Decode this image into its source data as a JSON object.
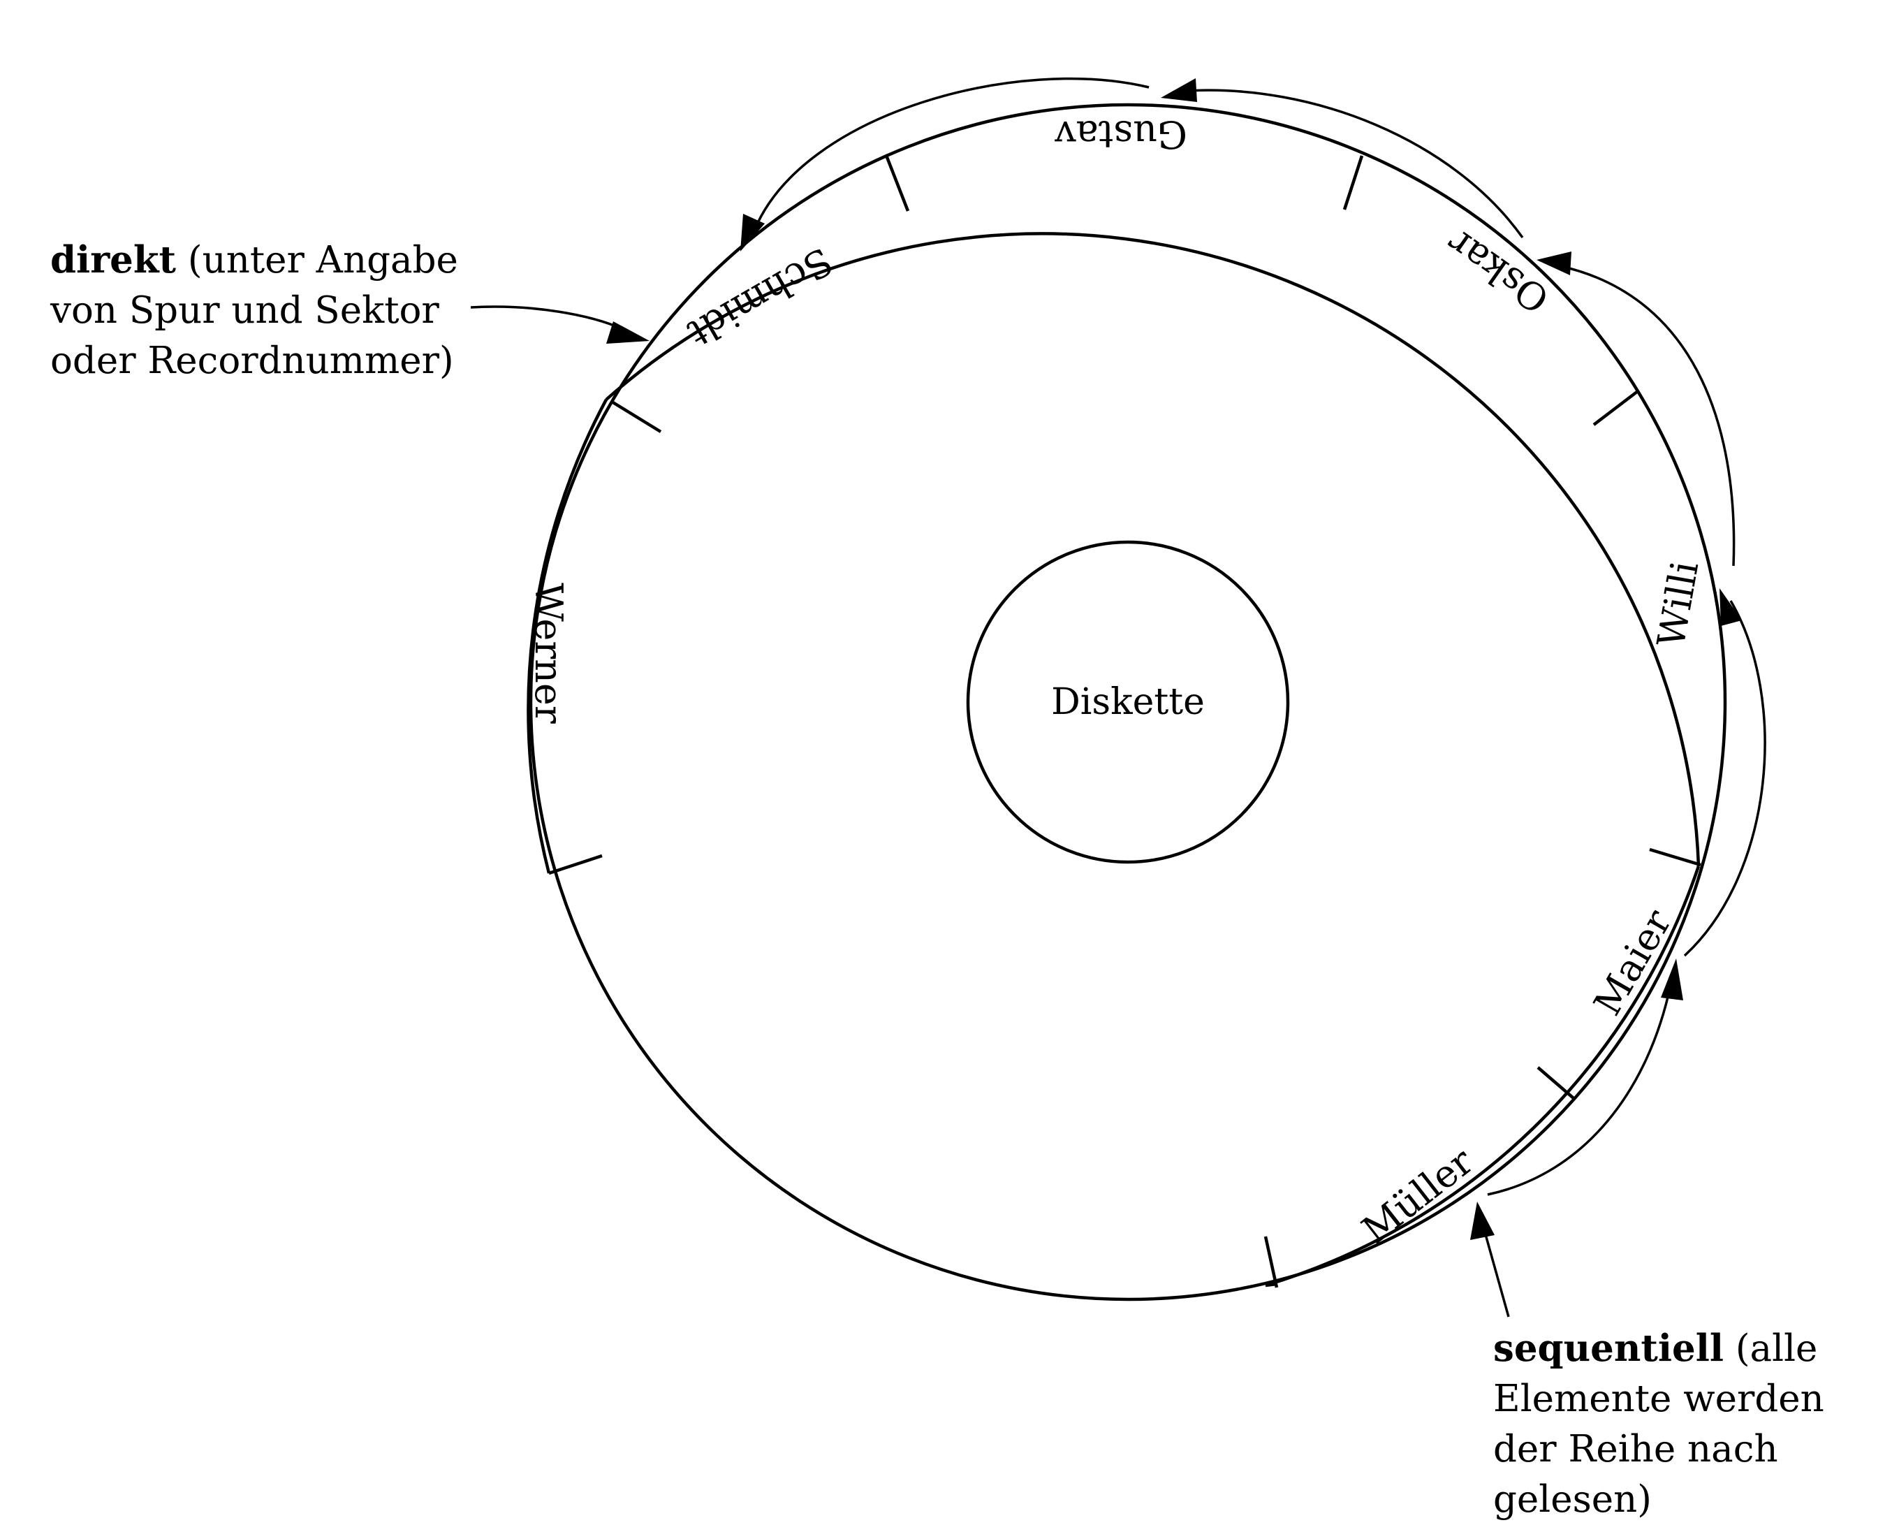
{
  "disk": {
    "hub_label": "Diskette"
  },
  "sectors": [
    {
      "id": "gustav",
      "label": "Gustav"
    },
    {
      "id": "schmidt",
      "label": "Schmidt"
    },
    {
      "id": "oskar",
      "label": "Oskar"
    },
    {
      "id": "willi",
      "label": "Willi"
    },
    {
      "id": "werner",
      "label": "Werner"
    },
    {
      "id": "maier",
      "label": "Maier"
    },
    {
      "id": "mueller",
      "label": "Müller"
    }
  ],
  "annotations": {
    "direct": {
      "bold": "direkt",
      "line1_rest": " (unter Angabe",
      "line2": "von Spur und Sektor",
      "line3": "oder Recordnummer)"
    },
    "sequential": {
      "bold": "sequentiell",
      "line1_rest": " (alle",
      "line2": "Elemente werden",
      "line3": "der Reihe nach",
      "line4": "gelesen)"
    }
  }
}
